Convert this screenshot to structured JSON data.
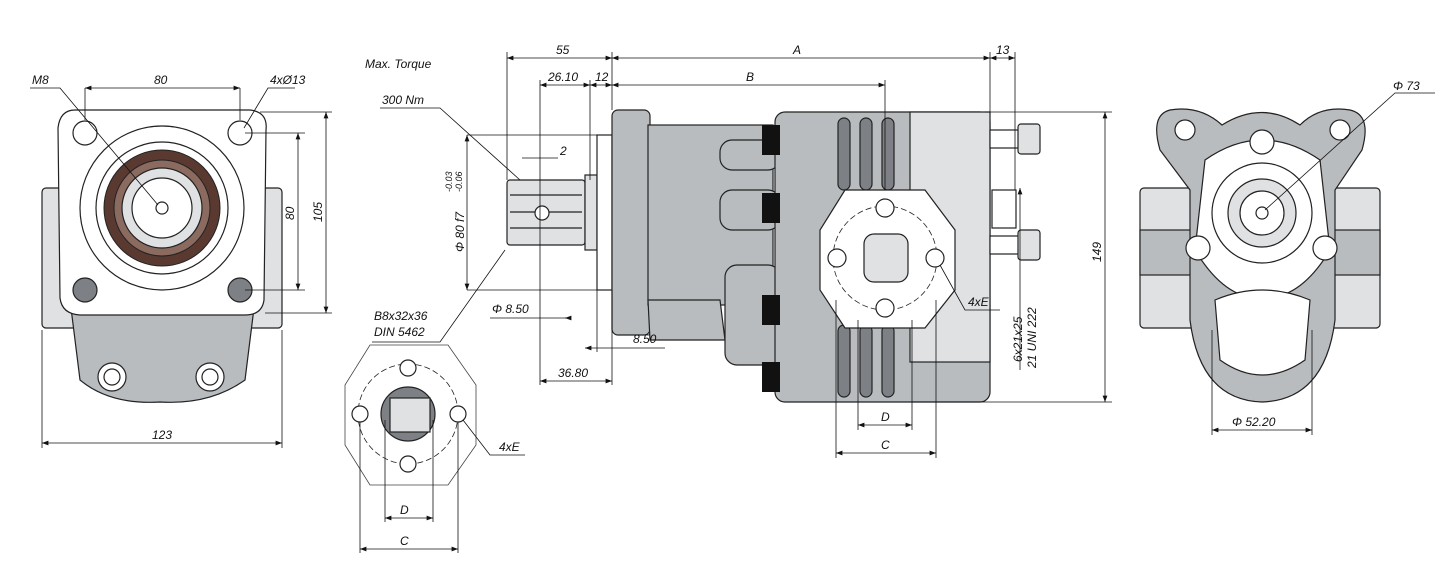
{
  "front_view": {
    "thread_label": "M8",
    "hole_spacing_h": "80",
    "holes_label": "4xØ13",
    "hole_spacing_v": "80",
    "flange_height": "105",
    "overall_width": "123"
  },
  "side_view": {
    "torque_title": "Max. Torque",
    "torque_value": "300 Nm",
    "dim_55": "55",
    "dim_a": "A",
    "dim_13": "13",
    "dim_2610": "26.10",
    "dim_12": "12",
    "dim_b": "B",
    "dim_2": "2",
    "pilot_dia": "Φ 80 f7",
    "tol_upper": "-0.03",
    "tol_lower": "-0.06",
    "spline_line1": "B8x32x36",
    "spline_line2": "DIN 5462",
    "dim_dia_850": "Φ 8.50",
    "dim_850": "8.50",
    "dim_3680": "36.80",
    "dim_149": "149",
    "holes_e": "4xE",
    "out_spline_line1": "6x21x25",
    "out_spline_line2": "21 UNI 222",
    "dim_d": "D",
    "dim_c": "C"
  },
  "detail_view": {
    "holes_e": "4xE",
    "dim_d": "D",
    "dim_c": "C"
  },
  "rear_view": {
    "dia_73": "Φ 73",
    "dia_5220": "Φ 52.20"
  }
}
